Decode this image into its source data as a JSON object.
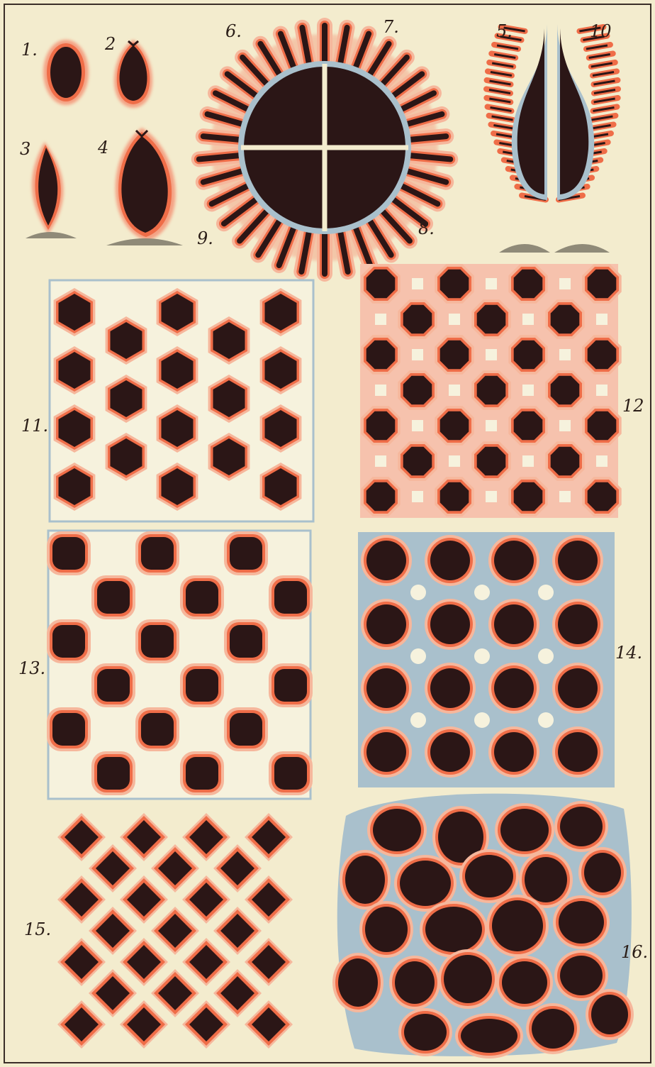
{
  "plate": {
    "background": "#f3ecce",
    "colors": {
      "cell_dark": "#2b1616",
      "ring_orange": "#ef6d48",
      "ring_light": "#f6b79c",
      "wall_blue": "#a9c0cc",
      "ground": "#8f8a78"
    },
    "figure_labels": {
      "f1": "1.",
      "f2": "2",
      "f3": "3",
      "f4": "4",
      "f5": "5.",
      "f6": "6.",
      "f7": "7.",
      "f8": "8.",
      "f9": "9.",
      "f10": "10",
      "f11": "11.",
      "f12": "12",
      "f13": "13.",
      "f14": "14.",
      "f15": "15.",
      "f16": "16."
    }
  }
}
